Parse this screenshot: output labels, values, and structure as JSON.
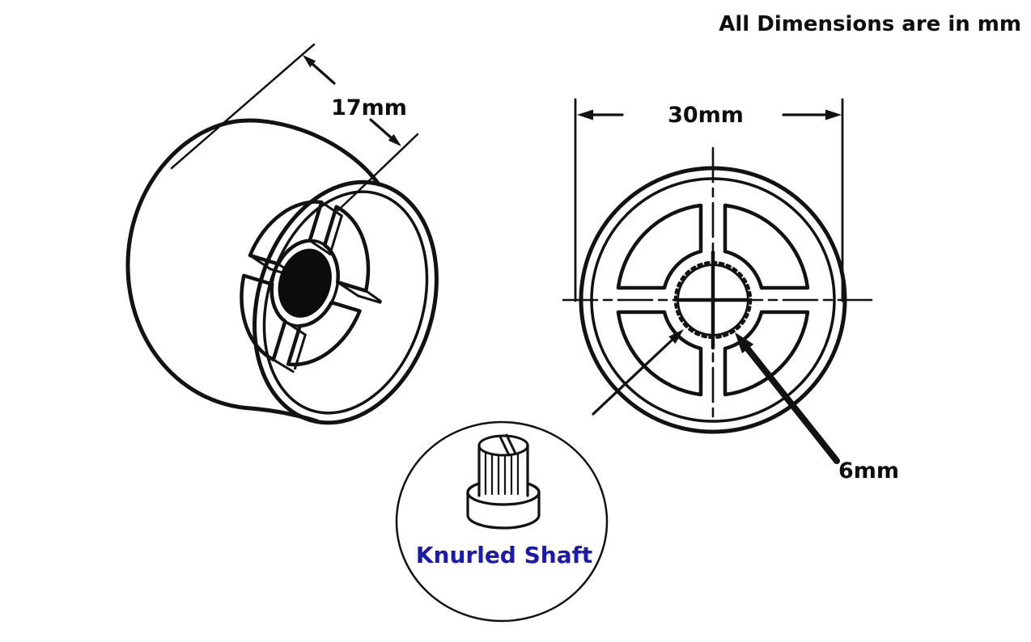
{
  "note": "All Dimensions are in mm",
  "side_view": {
    "depth_label": "17mm"
  },
  "front_view": {
    "diameter_label": "30mm",
    "bore_label": "6mm"
  },
  "shaft_detail": {
    "caption": "Knurled Shaft"
  },
  "dimensions_mm": {
    "depth": 17,
    "outer_diameter": 30,
    "bore": 6,
    "units": "mm"
  },
  "colors": {
    "ink": "#121212",
    "caption_blue": "#1a1aad",
    "background": "#ffffff"
  }
}
